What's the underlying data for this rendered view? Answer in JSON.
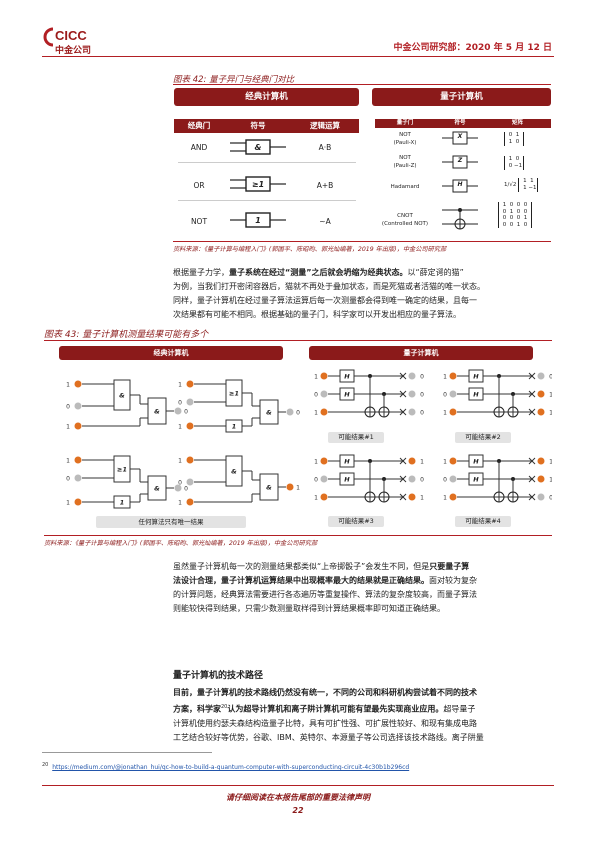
{
  "header": {
    "logo_text": "CICC",
    "logo_sub": "中金公司",
    "right_text": "中金公司研究部：2020 年 5 月 12 日",
    "brand_color": "#b21f24"
  },
  "figure42": {
    "title": "图表 42: 量子异门与经典门对比",
    "classical_header": "经典计算机",
    "quantum_header": "量子计算机",
    "classical_cols": [
      "经典门",
      "符号",
      "逻辑运算"
    ],
    "classical_rows": [
      {
        "gate": "AND",
        "symbol": "&",
        "op": "A·B"
      },
      {
        "gate": "OR",
        "symbol": "≥1",
        "op": "A+B"
      },
      {
        "gate": "NOT",
        "symbol": "1",
        "op": "~A"
      }
    ],
    "quantum_cols": [
      "量子门",
      "符号",
      "矩阵"
    ],
    "quantum_rows": [
      {
        "gate": "NOT",
        "gate2": "(Pauli-X)",
        "symbol": "X",
        "matrix": [
          [
            "0",
            "1"
          ],
          [
            "1",
            "0"
          ]
        ]
      },
      {
        "gate": "NOT",
        "gate2": "(Pauli-Z)",
        "symbol": "Z",
        "matrix": [
          [
            "1",
            "0"
          ],
          [
            "0",
            "−1"
          ]
        ]
      },
      {
        "gate": "Hadamard",
        "gate2": "",
        "symbol": "H",
        "matrix_prefix": "1/√2",
        "matrix": [
          [
            "1",
            "1"
          ],
          [
            "1",
            "−1"
          ]
        ]
      },
      {
        "gate": "CNOT",
        "gate2": "(Controlled NOT)",
        "symbol": "",
        "matrix": [
          [
            "1",
            "0",
            "0",
            "0"
          ],
          [
            "0",
            "1",
            "0",
            "0"
          ],
          [
            "0",
            "0",
            "0",
            "1"
          ],
          [
            "0",
            "0",
            "1",
            "0"
          ]
        ]
      }
    ],
    "source": "资料来源：《量子计算与编程入门》(郭国平、陈昭昀、郭光灿编著，2019 年出版)，中金公司研究部"
  },
  "para1": {
    "line1_a": "根据量子力学，",
    "line1_b": "量子系统在经过“测量”之后就会坍缩为经典状态。",
    "line1_c": "以“薛定谔的猫”",
    "line2": "为例，当我们打开密闭容器后，猫就不再处于叠加状态，而是死猫或者活猫的唯一状态。",
    "line3": "同样，量子计算机在经过量子算法运算后每一次测量都会得到唯一确定的结果，且每一",
    "line4": "次结果都有可能不相同。根据基础的量子门，科学家可以开发出相应的量子算法。"
  },
  "figure43": {
    "title": "图表 43: 量子计算机测量结果可能有多个",
    "classical_header": "经典计算机",
    "quantum_header": "量子计算机",
    "classical_result": "任何算法只有唯一结果",
    "results": [
      "可能结果#1",
      "可能结果#2",
      "可能结果#3",
      "可能结果#4"
    ],
    "gate_and": "&",
    "gate_or": "≥1",
    "gate_not": "1",
    "gate_h": "H",
    "source": "资料来源：《量子计算与编程入门》(郭国平、陈昭昀、郭光灿编著，2019 年出版)，中金公司研究部",
    "bit_one": "1",
    "bit_zero": "0",
    "orange": "#e07020",
    "grey": "#bbbbbb"
  },
  "para2": {
    "line1_a": "虽然量子计算机每一次的测量结果都类似“上帝掷骰子”会发生不同，但是",
    "line1_b": "只要量子算",
    "line2": "法设计合理，量子计算机运算结果中出现概率最大的结果就是正确结果。",
    "line2_c": "面对较为复杂",
    "line3": "的计算问题，经典算法需要进行各态遍历等重复操作、算法的复杂度较高，而量子算法",
    "line4": "则能较快得到结果，只需少数测量取样得到计算结果概率即可知道正确结果。"
  },
  "section": {
    "title": "量子计算机的技术路径"
  },
  "para3": {
    "line1": "目前，量子计算机的技术路线仍然没有统一，不同的公司和科研机构尝试着不同的技术",
    "line2_a": "方案，科学家",
    "line2_sup": "20",
    "line2_b": "认为超导计算机和离子阱计算机可能有望最先实现商业应用。",
    "line2_c": "超导量子",
    "line3": "计算机使用约瑟夫森结构造量子比特，具有可扩性强、可扩展性较好、和现有集成电路",
    "line4": "工艺结合较好等优势，谷歌、IBM、英特尔、本源量子等公司选择该技术路线。离子阱量"
  },
  "footnote": {
    "num": "20",
    "url": "https://medium.com/@jonathan_hui/qc-how-to-build-a-quantum-computer-with-superconducting-circuit-4c30b1b296cd"
  },
  "footer": {
    "disclaimer": "请仔细阅读在本报告尾部的重要法律声明",
    "page": "22"
  }
}
